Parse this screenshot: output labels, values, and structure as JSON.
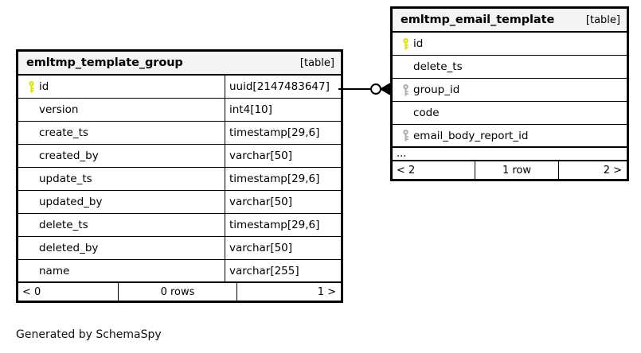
{
  "diagram": {
    "credit": "Generated by SchemaSpy",
    "table_tag": "[table]",
    "ellipsis": "..."
  },
  "tables": {
    "template_group": {
      "name": "emltmp_template_group",
      "tag": "[table]",
      "columns": [
        {
          "key": "primary",
          "key_icon": "key-icon-primary",
          "name": "id",
          "type": "uuid[2147483647]"
        },
        {
          "key": "none",
          "key_icon": "",
          "name": "version",
          "type": "int4[10]"
        },
        {
          "key": "none",
          "key_icon": "",
          "name": "create_ts",
          "type": "timestamp[29,6]"
        },
        {
          "key": "none",
          "key_icon": "",
          "name": "created_by",
          "type": "varchar[50]"
        },
        {
          "key": "none",
          "key_icon": "",
          "name": "update_ts",
          "type": "timestamp[29,6]"
        },
        {
          "key": "none",
          "key_icon": "",
          "name": "updated_by",
          "type": "varchar[50]"
        },
        {
          "key": "none",
          "key_icon": "",
          "name": "delete_ts",
          "type": "timestamp[29,6]"
        },
        {
          "key": "none",
          "key_icon": "",
          "name": "deleted_by",
          "type": "varchar[50]"
        },
        {
          "key": "none",
          "key_icon": "",
          "name": "name",
          "type": "varchar[255]"
        }
      ],
      "footer": {
        "left": "< 0",
        "middle": "0 rows",
        "right": "1 >"
      },
      "has_ellipsis": false
    },
    "email_template": {
      "name": "emltmp_email_template",
      "tag": "[table]",
      "columns": [
        {
          "key": "primary",
          "key_icon": "key-icon-primary",
          "name": "id",
          "type": ""
        },
        {
          "key": "none",
          "key_icon": "",
          "name": "delete_ts",
          "type": ""
        },
        {
          "key": "foreign",
          "key_icon": "key-icon-foreign",
          "name": "group_id",
          "type": ""
        },
        {
          "key": "none",
          "key_icon": "",
          "name": "code",
          "type": ""
        },
        {
          "key": "foreign",
          "key_icon": "key-icon-foreign",
          "name": "email_body_report_id",
          "type": ""
        }
      ],
      "footer": {
        "left": "< 2",
        "middle": "1 row",
        "right": "2 >"
      },
      "has_ellipsis": true
    }
  },
  "relationship": {
    "from": "emltmp_template_group.id",
    "to": "emltmp_email_template.group_id",
    "from_cardinality": "zero-or-one",
    "to_cardinality": "many"
  },
  "colors": {
    "primary_key": "#e3e300",
    "foreign_key": "#b0b0b0",
    "border": "#000000",
    "header_bg": "#f4f4f4",
    "background": "#ffffff"
  }
}
